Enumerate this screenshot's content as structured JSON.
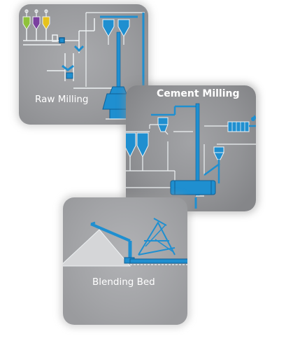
{
  "colors": {
    "pipe": "#1f8fd0",
    "pipe_dark": "#0f5f95",
    "line_light": "#dfe6ea",
    "hopper_green": "#8fc23b",
    "hopper_purple": "#7b3fa0",
    "hopper_yellow": "#e6c21c",
    "panel_gray": "#9a9b9e"
  },
  "panels": {
    "raw_milling": {
      "label": "Raw Milling"
    },
    "cement_milling": {
      "label": "Cement Milling"
    },
    "blending_bed": {
      "label": "Blending Bed"
    }
  }
}
